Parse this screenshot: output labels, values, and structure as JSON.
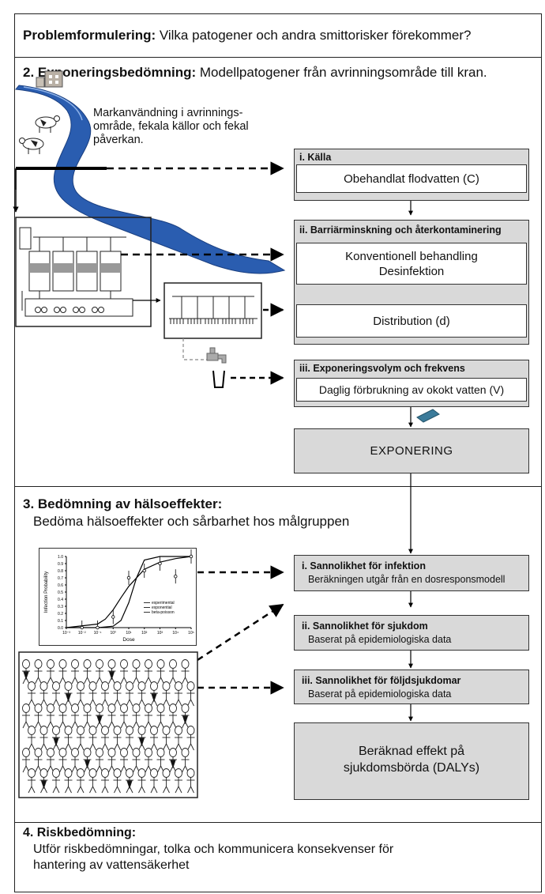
{
  "problem": {
    "label": "Problemformulering:",
    "text": " Vilka patogener och andra smittorisker förekommer?"
  },
  "exposure": {
    "label": "2. Exponeringsbedömning:",
    "text": " Modellpatogener från avrinningsområde till kran.",
    "landuse_lines": [
      "Markanvändning i avrinnings-",
      "område, fekala källor och fekal",
      "påverkan."
    ],
    "source_title": "i. Källa",
    "source_box": "Obehandlat flodvatten (C)",
    "barrier_title": "ii. Barriärminskning och återkontaminering",
    "treatment_lines": [
      "Konventionell behandling",
      "Desinfektion"
    ],
    "distribution_box": "Distribution (d)",
    "volume_title": "iii. Exponeringsvolym och frekvens",
    "volume_box": "Daglig förbrukning av okokt vatten (V)",
    "exposure_box": "EXPONERING"
  },
  "health": {
    "label": "3. Bedömning av hälsoeffekter:",
    "subtitle": "Bedöma hälsoeffekter och sårbarhet hos målgruppen",
    "infection_title": "i. Sannolikhet för infektion",
    "infection_sub": "Beräkningen utgår från en dosresponsmodell",
    "disease_title": "ii. Sannolikhet för sjukdom",
    "disease_sub": "Baserat på epidemiologiska data",
    "sequelae_title": "iii. Sannolikhet för följdsjukdomar",
    "sequelae_sub": "Baserat på epidemiologiska data",
    "dalys_lines": [
      "Beräknad effekt på",
      "sjukdomsbörda (DALYs)"
    ]
  },
  "risk": {
    "label": "4. Riskbedömning:",
    "lines": [
      "Utför riskbedömningar, tolka och kommunicera konsekvenser för",
      "hantering av vattensäkerhet"
    ]
  },
  "chart_data": {
    "type": "line",
    "ylabel": "Infection Probability",
    "xlabel": "Dose",
    "x_ticks": [
      "10⁻³",
      "10⁻²",
      "10⁻¹",
      "10⁰",
      "10¹",
      "10²",
      "10³",
      "10⁴",
      "10⁵"
    ],
    "y_ticks": [
      "0.0",
      "0.1",
      "0.2",
      "0.3",
      "0.4",
      "0.5",
      "0.6",
      "0.7",
      "0.8",
      "0.9",
      "1.0"
    ],
    "ylim": [
      0,
      1
    ],
    "legend": [
      "experimental",
      "exponential",
      "beta-poisson"
    ],
    "series": [
      {
        "name": "experimental",
        "x": [
          -2,
          -1,
          0,
          1,
          2,
          3,
          4,
          5
        ],
        "y": [
          0.0,
          0.0,
          0.15,
          0.7,
          0.8,
          0.9,
          0.72,
          1.0
        ]
      },
      {
        "name": "exponential",
        "x": [
          -3,
          -1,
          0,
          0.5,
          1,
          1.5,
          2,
          3,
          4,
          5
        ],
        "y": [
          0,
          0,
          0.02,
          0.1,
          0.35,
          0.7,
          0.95,
          1.0,
          1.0,
          1.0
        ]
      },
      {
        "name": "beta-poisson",
        "x": [
          -3,
          -1,
          -0.5,
          0,
          0.5,
          1,
          2,
          3,
          4,
          5
        ],
        "y": [
          0,
          0.05,
          0.12,
          0.25,
          0.42,
          0.58,
          0.82,
          0.92,
          0.97,
          1.0
        ]
      }
    ],
    "legend_position": "bottom-right"
  }
}
